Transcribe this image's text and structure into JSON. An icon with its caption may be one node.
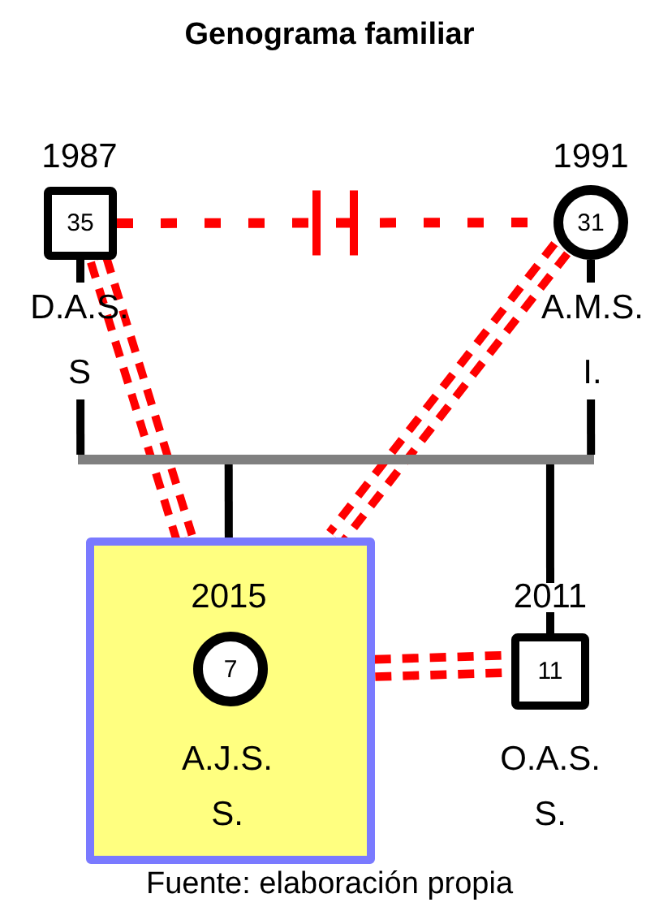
{
  "diagram": {
    "title": "Genograma familiar",
    "nodes": [
      {
        "text": [
          "35"
        ],
        "beside": [
          "1987",
          "D.A.S. S"
        ]
      },
      {
        "text": [
          "31"
        ],
        "beside": [
          "1991",
          "A.M.S. I."
        ]
      },
      {
        "text": [],
        "shape": "box"
      },
      {
        "text": [
          "7"
        ],
        "in": 2,
        "beside": [
          "2015",
          "A.J.S. S."
        ]
      },
      {
        "text": [
          "11"
        ],
        "beside": [
          "2011",
          "O.A.S. S."
        ]
      },
      {
        "text": [],
        "shape": "bar"
      }
    ],
    "edges": [
      {
        "from": 0,
        "to": 1,
        "arrow": "none",
        "style": "dashed",
        "color": "#ff0000"
      },
      {
        "from": 0,
        "to": 5,
        "arrow": "none",
        "color": "#000000"
      },
      {
        "from": 1,
        "to": 5,
        "arrow": "none",
        "color": "#000000"
      },
      {
        "from": 5,
        "to": 2,
        "arrow": "none",
        "color": "#000000"
      },
      {
        "from": 5,
        "to": 4,
        "arrow": "none",
        "color": "#000000"
      },
      {
        "from": 0,
        "to": 2,
        "arrow": "none",
        "style": "dashed",
        "color": "#ff0000"
      },
      {
        "from": 1,
        "to": 2,
        "arrow": "none",
        "style": "dashed",
        "color": "#ff0000"
      },
      {
        "from": 2,
        "to": 4,
        "arrow": "none",
        "style": "dashed",
        "color": "#ff0000"
      }
    ],
    "caption": "Fuente: elaboración propia"
  }
}
